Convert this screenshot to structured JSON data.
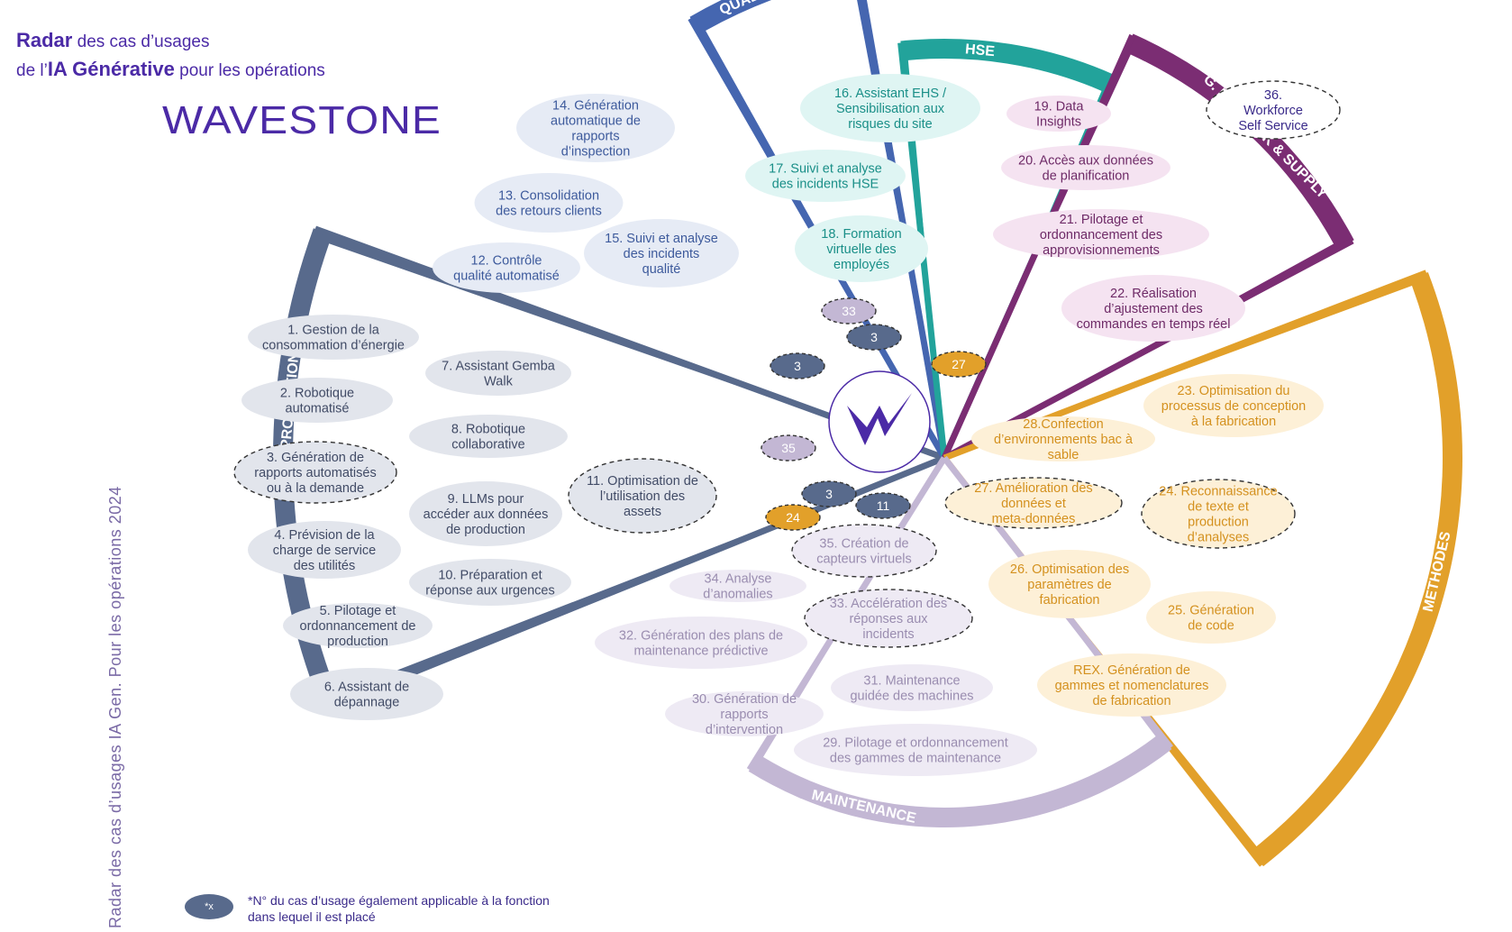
{
  "header": {
    "line1_bold": "Radar",
    "line1_rest": " des cas d’usages",
    "line2_pre": "de l’",
    "line2_bold": "IA Générative",
    "line2_rest": " pour les opérations"
  },
  "logo": {
    "text": "WAVESTONE",
    "color": "#4b2aa6",
    "icon": "wavestone-w-logo"
  },
  "side_text": "Radar des cas d’usages IA Gen. Pour les opérations 2024",
  "legend": {
    "chip": "*x",
    "text": "*N° du cas d’usage également applicable à la fonction dans lequel il est placé"
  },
  "center_icon": "wavestone-w-logo",
  "sectors": [
    {
      "id": "production",
      "label": "PRODUCTION",
      "color": "#586a8c",
      "bubble": "#e2e5ec",
      "text": "#414b66",
      "items": [
        {
          "text": "1. Gestion de la consommation d’énergie",
          "dashed": false
        },
        {
          "text": "2. Robotique automatisé",
          "dashed": false
        },
        {
          "text": "3. Génération de rapports automatisés ou à la demande",
          "dashed": true
        },
        {
          "text": "4. Prévision de la charge de service des utilités",
          "dashed": false
        },
        {
          "text": "5. Pilotage et ordonnancement de production",
          "dashed": false
        },
        {
          "text": "6. Assistant de dépannage",
          "dashed": false
        },
        {
          "text": "7. Assistant Gemba Walk",
          "dashed": false
        },
        {
          "text": "8. Robotique collaborative",
          "dashed": false
        },
        {
          "text": "9. LLMs pour accéder aux données de production",
          "dashed": false
        },
        {
          "text": "10. Préparation et réponse aux urgences",
          "dashed": false
        },
        {
          "text": "11. Optimisation de l’utilisation des assets",
          "dashed": true
        }
      ]
    },
    {
      "id": "qualite",
      "label": "QUALITÉ",
      "color": "#4566b0",
      "bubble": "#e6ebf5",
      "text": "#3d5a9c",
      "items": [
        {
          "text": "14. Génération automatique de rapports d’inspection",
          "dashed": false
        },
        {
          "text": "13. Consolidation des retours clients",
          "dashed": false
        },
        {
          "text": "12. Contrôle qualité automatisé",
          "dashed": false
        },
        {
          "text": "15. Suivi et analyse des incidents qualité",
          "dashed": false
        }
      ]
    },
    {
      "id": "hse",
      "label": "HSE",
      "color": "#22a39b",
      "bubble": "#dff5f3",
      "text": "#1a8f88",
      "items": [
        {
          "text": "16. Assistant EHS / Sensibilisation aux risques du site",
          "dashed": false
        },
        {
          "text": "17. Suivi et analyse des incidents HSE",
          "dashed": false
        },
        {
          "text": "18. Formation virtuelle des employés",
          "dashed": false
        }
      ]
    },
    {
      "id": "stock",
      "label": "G. DE STOCK & SUPPLY",
      "color": "#7b2d73",
      "bubble": "#f5e3f1",
      "text": "#6e2a67",
      "items": [
        {
          "text": "19. Data Insights",
          "dashed": false
        },
        {
          "text": "20. Accès aux données de planification",
          "dashed": false
        },
        {
          "text": "21. Pilotage et ordonnancement des approvisionnements",
          "dashed": false
        },
        {
          "text": "22. Réalisation d’ajustement des commandes en temps réel",
          "dashed": false
        }
      ]
    },
    {
      "id": "methodes",
      "label": "METHODES",
      "color": "#e2a02a",
      "bubble": "#fdf0d7",
      "text": "#d4911f",
      "items": [
        {
          "text": "23. Optimisation du processus de conception à la fabrication",
          "dashed": false
        },
        {
          "text": "28.Confection d’environnements bac à sable",
          "dashed": false
        },
        {
          "text": "27. Amélioration des données et meta-données",
          "dashed": true
        },
        {
          "text": "24. Reconnaissance de texte et production d’analyses",
          "dashed": true
        },
        {
          "text": "26. Optimisation des paramètres de fabrication",
          "dashed": false
        },
        {
          "text": "25. Génération de code",
          "dashed": false
        },
        {
          "text": "REX. Génération de gammes et nomenclatures de fabrication",
          "dashed": false
        }
      ]
    },
    {
      "id": "maintenance",
      "label": "MAINTENANCE",
      "color": "#c3b7d4",
      "bubble": "#eeeaf4",
      "text": "#9a8db0",
      "items": [
        {
          "text": "35. Création de capteurs virtuels",
          "dashed": true
        },
        {
          "text": "34. Analyse d’anomalies",
          "dashed": false
        },
        {
          "text": "33. Accélération des réponses aux incidents",
          "dashed": true
        },
        {
          "text": "32. Génération des plans de maintenance prédictive",
          "dashed": false
        },
        {
          "text": "31. Maintenance guidée des machines",
          "dashed": false
        },
        {
          "text": "30. Génération de rapports d’intervention",
          "dashed": false
        },
        {
          "text": "29. Pilotage et ordonnancement des gammes de maintenance",
          "dashed": false
        }
      ]
    }
  ],
  "outside_item": {
    "text": "36. Workforce Self Service",
    "dashed": true
  },
  "chips": [
    {
      "text": "33",
      "fill": "#c3b7d4"
    },
    {
      "text": "3",
      "fill": "#586a8c"
    },
    {
      "text": "3",
      "fill": "#586a8c"
    },
    {
      "text": "27",
      "fill": "#e2a02a"
    },
    {
      "text": "35",
      "fill": "#c3b7d4"
    },
    {
      "text": "3",
      "fill": "#586a8c"
    },
    {
      "text": "11",
      "fill": "#586a8c"
    },
    {
      "text": "24",
      "fill": "#e2a02a"
    }
  ]
}
